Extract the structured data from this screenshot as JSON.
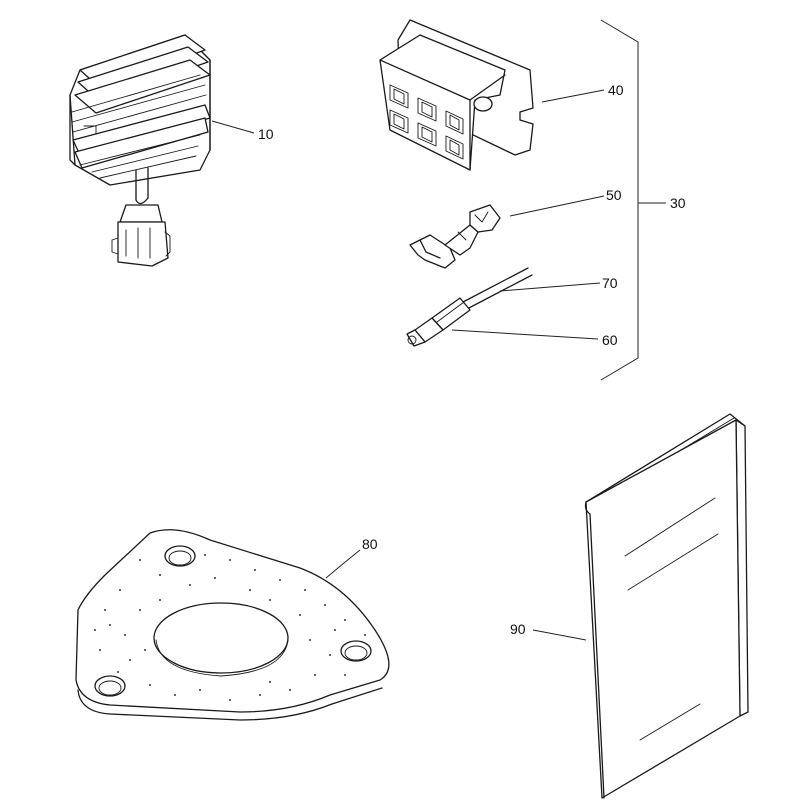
{
  "callouts": {
    "c10": "10",
    "c30": "30",
    "c40": "40",
    "c50": "50",
    "c60": "60",
    "c70": "70",
    "c80": "80",
    "c90": "90"
  }
}
